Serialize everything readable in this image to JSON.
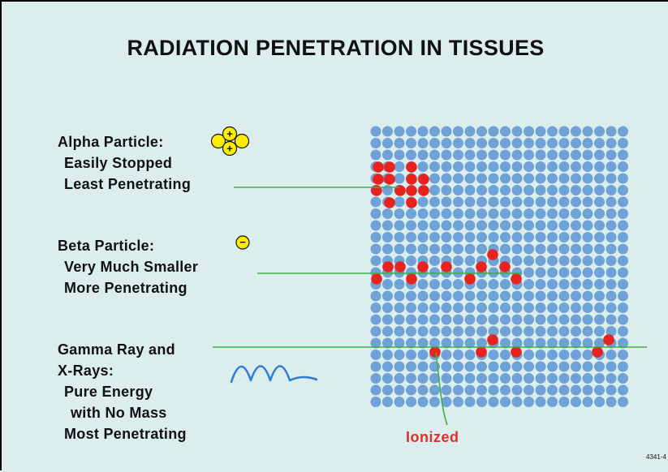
{
  "title": "RADIATION PENETRATION IN TISSUES",
  "alpha": {
    "heading": "Alpha Particle:",
    "line1": "Easily Stopped",
    "line2": "Least Penetrating",
    "icon": "alpha-particle-icon",
    "charge_symbol": "+"
  },
  "beta": {
    "heading": "Beta Particle:",
    "line1": "Very Much Smaller",
    "line2": "More Penetrating",
    "icon": "beta-particle-icon",
    "charge_symbol": "−"
  },
  "gamma": {
    "heading": "Gamma Ray and",
    "line1": "X-Rays:",
    "line2": "Pure Energy",
    "line3": "with No Mass",
    "line4": "Most Penetrating",
    "icon": "wave-icon"
  },
  "ionized_label": "Ionized",
  "slide_code": "4341-4",
  "colors": {
    "background": "#dcedee",
    "tissue_atom": "#6fa2d6",
    "ionized_atom": "#e8221c",
    "track_line": "#3cb043",
    "wave": "#2f7fd1",
    "alpha_particle": "#ffee00",
    "ionized_text": "#e0302a"
  }
}
